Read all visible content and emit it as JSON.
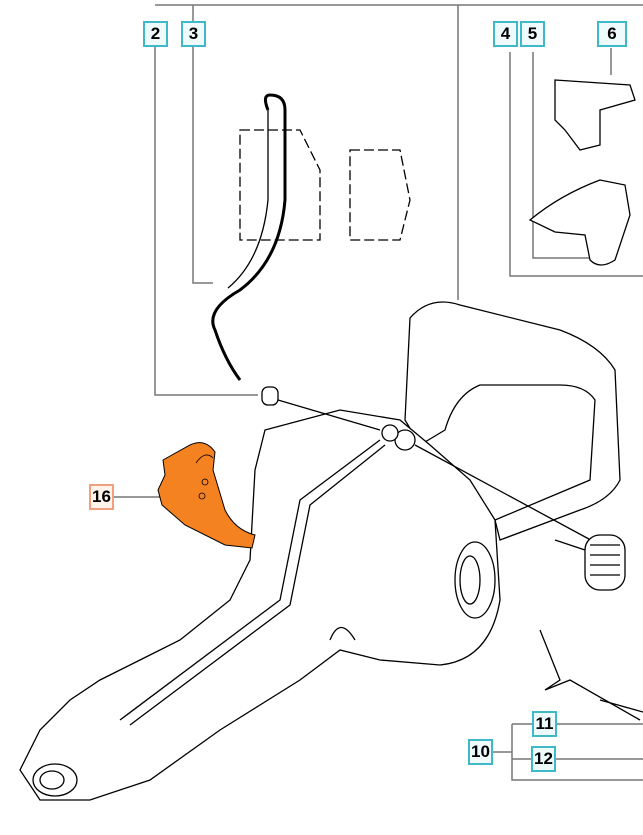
{
  "diagram": {
    "highlight_color": "#f58220",
    "label_border_color": "#3fb8c8",
    "highlight_label_border_color": "#f0a080",
    "labels": [
      {
        "id": "2",
        "text": "2"
      },
      {
        "id": "3",
        "text": "3"
      },
      {
        "id": "4",
        "text": "4"
      },
      {
        "id": "5",
        "text": "5"
      },
      {
        "id": "6",
        "text": "6"
      },
      {
        "id": "16",
        "text": "16"
      },
      {
        "id": "10",
        "text": "10"
      },
      {
        "id": "11",
        "text": "11"
      },
      {
        "id": "12",
        "text": "12"
      }
    ]
  }
}
